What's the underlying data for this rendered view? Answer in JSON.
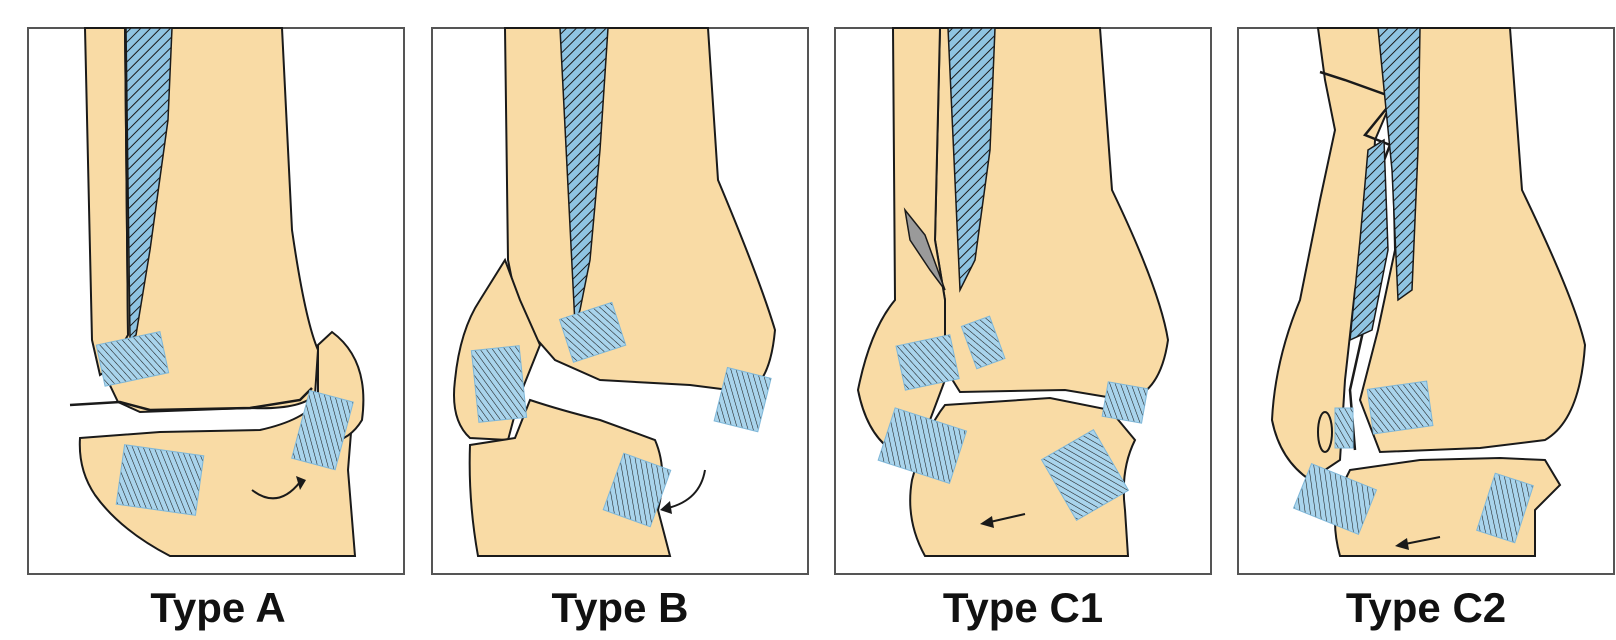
{
  "diagram": {
    "panels": [
      {
        "label": "Type A"
      },
      {
        "label": "Type B"
      },
      {
        "label": "Type C1"
      },
      {
        "label": "Type C2"
      }
    ]
  },
  "colors": {
    "bone": "#f9dba5",
    "ligament": "#9fcde6",
    "outline": "#1a1a1a",
    "background": "#ffffff",
    "frame": "#555555"
  }
}
